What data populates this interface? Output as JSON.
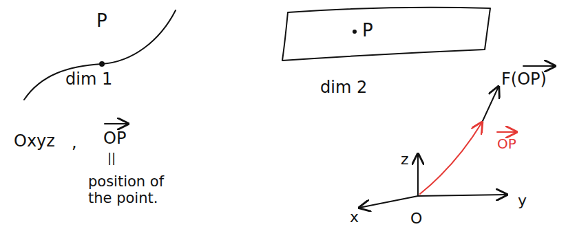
{
  "diagram": {
    "labels": [
      "P",
      "dim 1",
      "P",
      "dim 2",
      "F(OP)",
      "Oxyz",
      ",",
      "OP",
      "||",
      "position of the point.",
      "z",
      "y",
      "x",
      "O",
      "OP"
    ]
  }
}
